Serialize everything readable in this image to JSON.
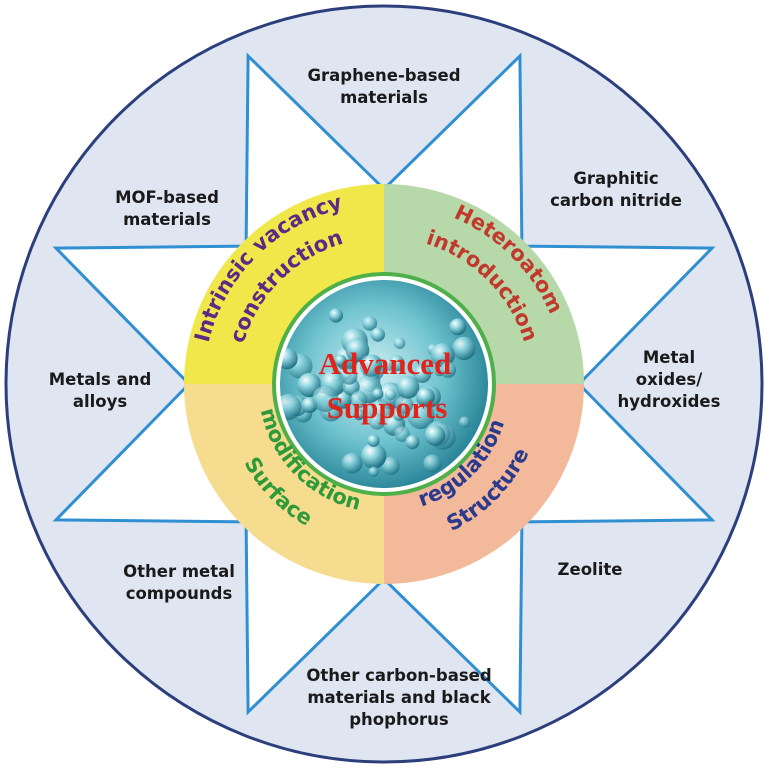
{
  "center": {
    "line1": "Advanced",
    "line2": "Supports"
  },
  "quadrants": {
    "top_left": {
      "line1": "Intrinsic vacancy",
      "line2": "construction",
      "fill": "#f0e84a",
      "text_color": "#5b2a86"
    },
    "top_right": {
      "line1": "Heteroatom",
      "line2": "introduction",
      "fill": "#b7d8a9",
      "text_color": "#c0392b"
    },
    "bottom_left": {
      "line1": "Surface",
      "line2": "modification",
      "fill": "#f5dc8e",
      "text_color": "#2e9a3a"
    },
    "bottom_right": {
      "line1": "Structure",
      "line2": "regulation",
      "fill": "#f2b99b",
      "text_color": "#2a3a8c"
    }
  },
  "outer_labels": {
    "graphene": "Graphene-based\nmaterials",
    "carbon_nitride": "Graphitic\ncarbon nitride",
    "metal_oxides": "Metal oxides/\nhydroxides",
    "zeolite": "Zeolite",
    "other_carbon": "Other carbon-based\nmaterials and black\nphophorus",
    "other_metal": "Other metal\ncompounds",
    "metals_alloys": "Metals and\nalloys",
    "mof": "MOF-based\nmaterials"
  },
  "colors": {
    "outer_circle_fill": "#dfe6f2",
    "outer_circle_stroke": "#2c3f7c",
    "star_fill": "#ffffff",
    "star_stroke": "#2f8fd1",
    "center_text": "#e0241b",
    "sphere_color": "#3aa7b8"
  }
}
